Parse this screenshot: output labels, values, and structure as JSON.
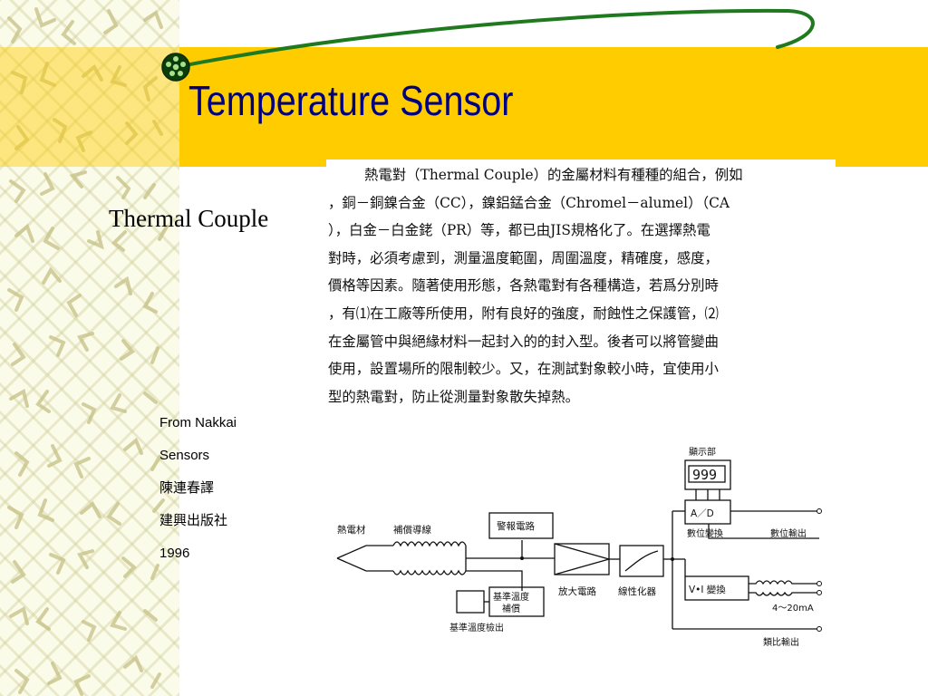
{
  "slide": {
    "title": "Temperature Sensor",
    "subtitle": "Thermal Couple",
    "colors": {
      "title_band": "#ffcc00",
      "title_text": "#000080",
      "swoosh": "#1f7a1f"
    },
    "icons": {
      "bullet": "green-dotted-circle-icon",
      "background": "abstract-figure-pattern"
    }
  },
  "text_block": {
    "lines": [
      "熱電對（Thermal Couple）的金屬材料有種種的組合，例如",
      "，銅－銅鎳合金（CC），鎳鋁錳合金（Chromel－alumel）（CA",
      "），白金－白金銠（PR）等，都已由JIS規格化了。在選擇熱電",
      "對時，必須考慮到，測量溫度範圍，周圍溫度，精確度，感度，",
      "價格等因素。隨著使用形態，各熱電對有各種構造，若爲分別時",
      "，有⑴在工廠等所使用，附有良好的強度，耐蝕性之保護管，⑵",
      "在金屬管中與絕緣材料一起封入的的封入型。後者可以將管變曲",
      "使用，設置場所的限制較少。又，在測試對象較小時，宜使用小",
      "型的熱電對，防止從測量對象散失掉熱。"
    ]
  },
  "source": {
    "line1": "From Nakkai",
    "line2": "Sensors",
    "line3": "陳連春譯",
    "line4": "建興出版社",
    "line5": "1996"
  },
  "diagram": {
    "thermocouple": "熱電材",
    "compensation_wire": "補償導線",
    "alarm_circuit": "警報電路",
    "reference_temp_comp_line1": "基準溫度",
    "reference_temp_comp_line2": "補償",
    "reference_temp_detect": "基準溫度檢出",
    "amplifier": "放大電路",
    "linearizer": "線性化器",
    "display_unit": "顯示部",
    "display_value": "999",
    "ad_converter": "A／D",
    "digital_conversion": "數位變換",
    "digital_output": "數位輸出",
    "vi_conversion": "V•I 變換",
    "current_range": "4～20mA",
    "analog_output": "類比輸出"
  }
}
